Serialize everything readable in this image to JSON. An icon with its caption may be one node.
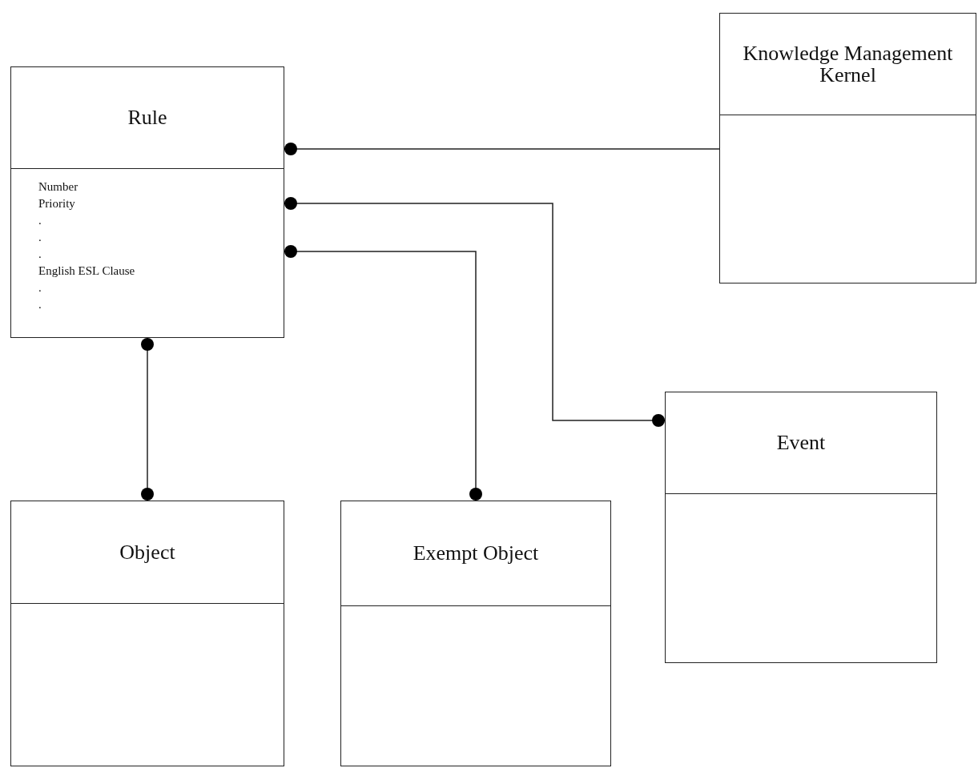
{
  "diagram": {
    "nodes": [
      {
        "text": [
          "Rule",
          "Number",
          "Priority",
          ".",
          ".",
          ".",
          "English ESL Clause",
          ".",
          "."
        ]
      },
      {
        "text": [
          "Knowledge Management Kernel"
        ]
      },
      {
        "text": [
          "Event"
        ]
      },
      {
        "text": [
          "Object"
        ]
      },
      {
        "text": [
          "Exempt Object"
        ]
      }
    ],
    "edges": [
      {
        "from": 0,
        "to": 1,
        "arrow": "other"
      },
      {
        "from": 0,
        "to": 2,
        "arrow": "other"
      },
      {
        "from": 0,
        "to": 4,
        "arrow": "other"
      },
      {
        "from": 0,
        "to": 3,
        "arrow": "other"
      }
    ]
  }
}
